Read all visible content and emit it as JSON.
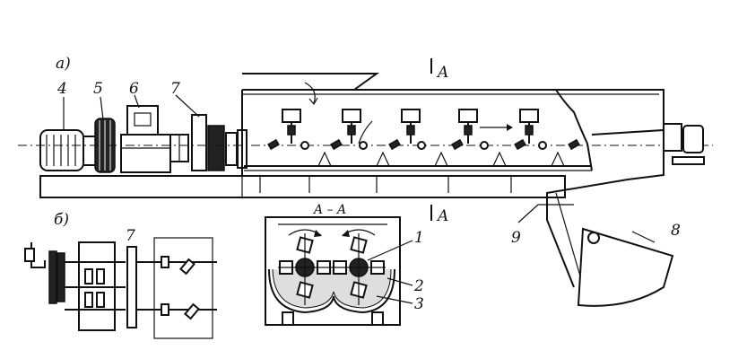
{
  "labels": {
    "view_a": "а)",
    "view_b": "б)",
    "section_marker_top": "A",
    "section_marker_bottom": "A",
    "section_title": "A – A",
    "part_4": "4",
    "part_5": "5",
    "part_6": "6",
    "part_7": "7",
    "part_7b": "7",
    "part_8": "8",
    "part_9": "9",
    "part_1": "1",
    "part_2": "2",
    "part_3": "3"
  },
  "colors": {
    "ink": "#111111",
    "hatch": "#c9c9c9",
    "paper": "#ffffff"
  },
  "icons": {
    "motor": "electric-motor-icon",
    "reducer": "gear-reducer-icon",
    "coupling": "coupling-icon"
  }
}
